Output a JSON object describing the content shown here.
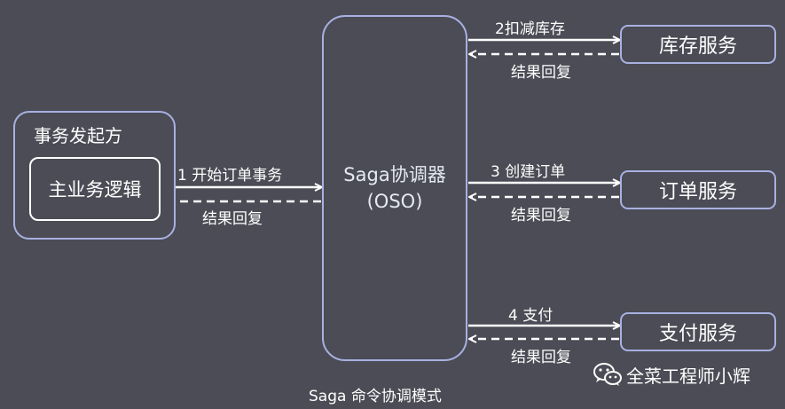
{
  "initiator": {
    "title": "事务发起方",
    "inner": "主业务逻辑"
  },
  "coordinator": {
    "line1": "Saga协调器",
    "line2": "(OSO)"
  },
  "services": [
    {
      "name": "库存服务",
      "request": "2扣减库存",
      "reply": "结果回复"
    },
    {
      "name": "订单服务",
      "request": "3 创建订单",
      "reply": "结果回复"
    },
    {
      "name": "支付服务",
      "request": "4 支付",
      "reply": "结果回复"
    }
  ],
  "initiator_link": {
    "request": "1 开始订单事务",
    "reply": "结果回复"
  },
  "caption": "Saga 命令协调模式",
  "watermark": {
    "text": "全菜工程师小辉",
    "icon": "wechat-icon"
  },
  "colors": {
    "background": "#4b4c55",
    "border": "#a8b1e2",
    "text": "#ffffff"
  }
}
